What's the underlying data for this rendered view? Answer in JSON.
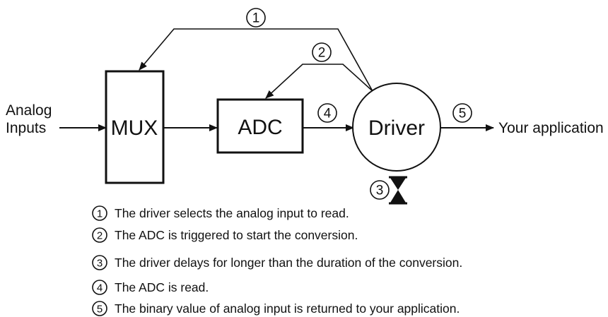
{
  "diagram": {
    "blocks": {
      "mux": "MUX",
      "adc": "ADC",
      "driver": "Driver"
    },
    "input_label_line1": "Analog",
    "input_label_line2": "Inputs",
    "output_label": "Your application",
    "step_numbers": [
      "1",
      "2",
      "3",
      "4",
      "5"
    ]
  },
  "legend": [
    {
      "num": "1",
      "text": "The driver selects the analog input to read."
    },
    {
      "num": "2",
      "text": "The ADC is triggered to start the conversion."
    },
    {
      "num": "3",
      "text": "The driver delays for longer than the duration of the conversion."
    },
    {
      "num": "4",
      "text": "The ADC is read."
    },
    {
      "num": "5",
      "text": "The binary value of analog input is returned to your application."
    }
  ],
  "icons": {
    "delay": "hourglass-icon",
    "arrowheads": "arrowhead-icon"
  }
}
